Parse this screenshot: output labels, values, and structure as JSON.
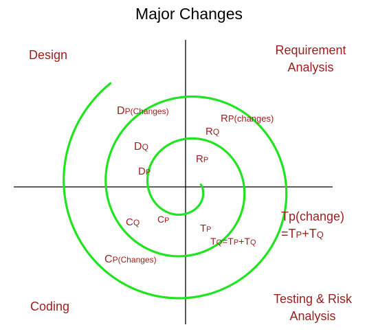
{
  "title": "Major Changes",
  "colors": {
    "spiral": "#21e421",
    "text": "#9b1c1c",
    "axis": "#000000",
    "title": "#000000"
  },
  "quadrants": {
    "top_left": "Design",
    "top_right": {
      "line1": "Requirement",
      "line2": "Analysis"
    },
    "bottom_left": "Coding",
    "bottom_right": {
      "line1": "Testing & Risk",
      "line2": "Analysis"
    }
  },
  "labels": {
    "dp_changes": {
      "main": "D",
      "sub": "P(Changes)"
    },
    "dq": {
      "main": "D",
      "sub": "Q"
    },
    "dp": {
      "main": "D",
      "sub": "P"
    },
    "rp_changes": {
      "main": "R",
      "sub": "P(changes)"
    },
    "rq": {
      "main": "R",
      "sub": "Q"
    },
    "rp": {
      "main": "R",
      "sub": "P"
    },
    "cq": {
      "main": "C",
      "sub": "Q"
    },
    "cp": {
      "main": "C",
      "sub": "P"
    },
    "cp_changes": {
      "main": "C",
      "sub": "P(Changes)"
    },
    "tp": {
      "main": "T",
      "sub": "P"
    },
    "tq_formula": {
      "a": "T",
      "b": "Q",
      "c": "=T",
      "d": "P",
      "e": "+T",
      "f": "Q"
    },
    "tp_change": {
      "line1": "Tp(change)",
      "l2a": "=T",
      "l2b": "P",
      "l2c": "+T",
      "l2d": "Q"
    }
  }
}
